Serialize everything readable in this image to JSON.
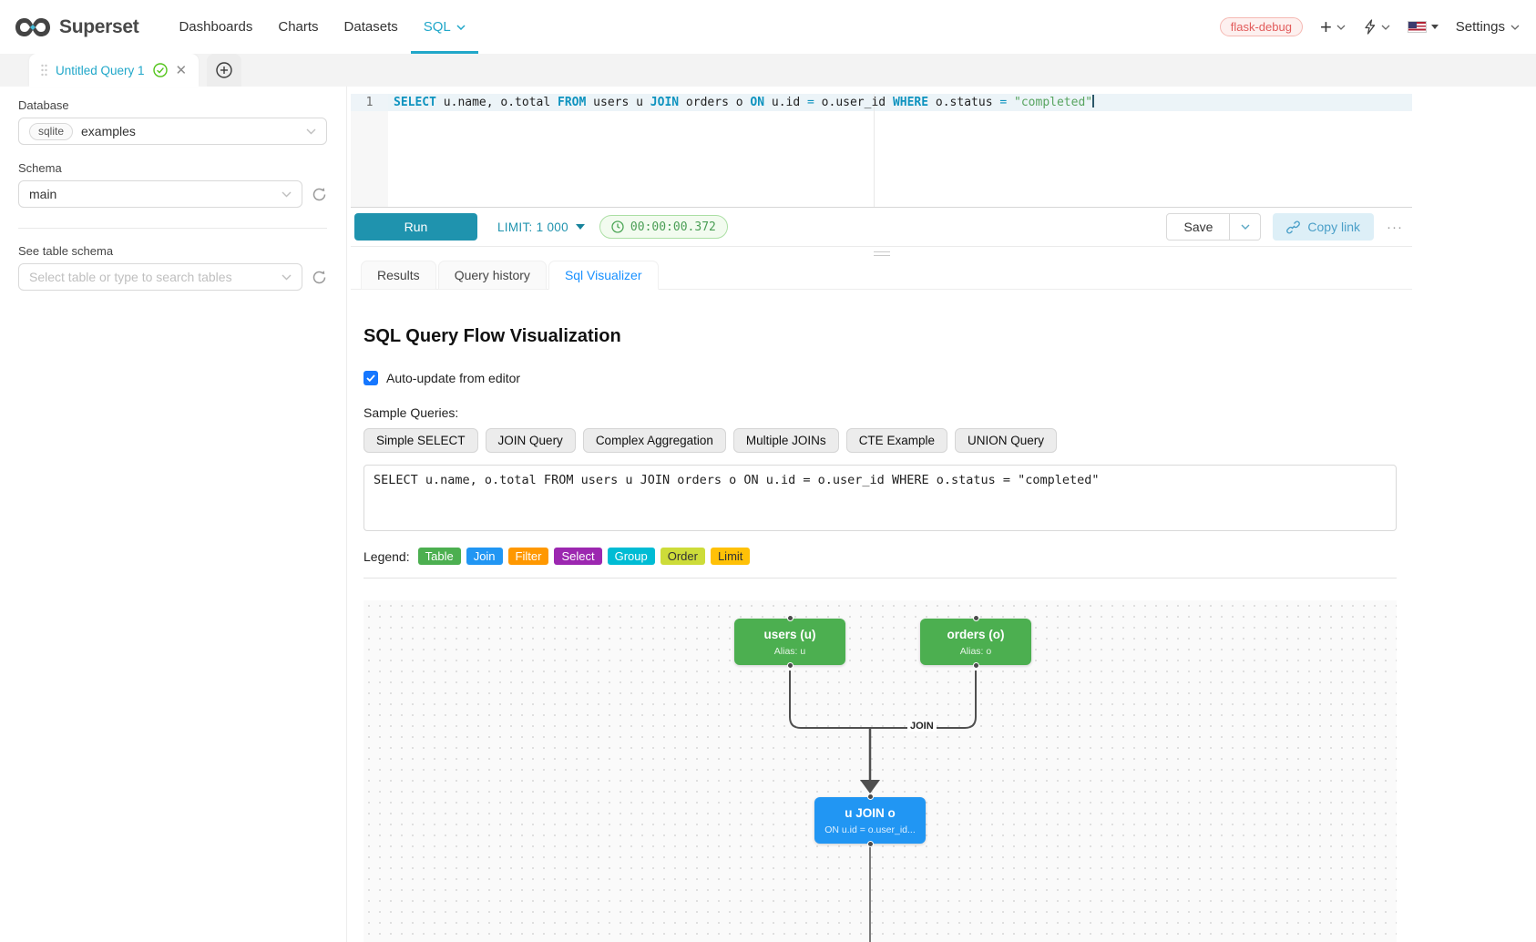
{
  "navbar": {
    "brand": "Superset",
    "items": [
      {
        "label": "Dashboards"
      },
      {
        "label": "Charts"
      },
      {
        "label": "Datasets"
      },
      {
        "label": "SQL"
      }
    ],
    "env_badge": "flask-debug",
    "settings_label": "Settings",
    "accent_color": "#20a7c9"
  },
  "tabstrip": {
    "active_tab": "Untitled Query 1"
  },
  "sidebar": {
    "database_label": "Database",
    "database_engine": "sqlite",
    "database_value": "examples",
    "schema_label": "Schema",
    "schema_value": "main",
    "table_label": "See table schema",
    "table_placeholder": "Select table or type to search tables"
  },
  "editor": {
    "line_number": "1",
    "sql": "SELECT u.name, o.total FROM users u JOIN orders o ON u.id = o.user_id WHERE o.status = \"completed\"",
    "tokens": [
      {
        "text": "SELECT",
        "type": "kw"
      },
      {
        "text": " u.name, o.total ",
        "type": "id"
      },
      {
        "text": "FROM",
        "type": "kw"
      },
      {
        "text": " users u ",
        "type": "id"
      },
      {
        "text": "JOIN",
        "type": "kw"
      },
      {
        "text": " orders o ",
        "type": "id"
      },
      {
        "text": "ON",
        "type": "kw"
      },
      {
        "text": " u.id ",
        "type": "id"
      },
      {
        "text": "=",
        "type": "op"
      },
      {
        "text": " o.user_id ",
        "type": "id"
      },
      {
        "text": "WHERE",
        "type": "kw"
      },
      {
        "text": " o.status ",
        "type": "id"
      },
      {
        "text": "=",
        "type": "op"
      },
      {
        "text": " ",
        "type": "id"
      },
      {
        "text": "\"completed\"",
        "type": "str"
      }
    ]
  },
  "toolbar": {
    "run_label": "Run",
    "limit_label": "LIMIT:",
    "limit_value": "1 000",
    "timer": "00:00:00.372",
    "save_label": "Save",
    "copy_link_label": "Copy link",
    "more_label": "···"
  },
  "result_tabs": [
    {
      "label": "Results"
    },
    {
      "label": "Query history"
    },
    {
      "label": "Sql Visualizer"
    }
  ],
  "visualizer": {
    "title": "SQL Query Flow Visualization",
    "auto_update_label": "Auto-update from editor",
    "sample_queries_label": "Sample Queries:",
    "sample_buttons": [
      "Simple SELECT",
      "JOIN Query",
      "Complex Aggregation",
      "Multiple JOINs",
      "CTE Example",
      "UNION Query"
    ],
    "query_text": "SELECT u.name, o.total FROM users u JOIN orders o ON u.id = o.user_id WHERE o.status = \"completed\"",
    "legend_label": "Legend:",
    "legend": [
      {
        "label": "Table",
        "bg": "#4CAF50",
        "fg": "#ffffff"
      },
      {
        "label": "Join",
        "bg": "#2196F3",
        "fg": "#ffffff"
      },
      {
        "label": "Filter",
        "bg": "#FF9800",
        "fg": "#ffffff"
      },
      {
        "label": "Select",
        "bg": "#9C27B0",
        "fg": "#ffffff"
      },
      {
        "label": "Group",
        "bg": "#00BCD4",
        "fg": "#ffffff"
      },
      {
        "label": "Order",
        "bg": "#CDDC39",
        "fg": "#333333"
      },
      {
        "label": "Limit",
        "bg": "#FFC107",
        "fg": "#333333"
      }
    ],
    "flow": {
      "nodes": [
        {
          "title": "users (u)",
          "subtitle": "Alias: u",
          "bg": "#4CAF50",
          "border": "#3b8e3f"
        },
        {
          "title": "orders (o)",
          "subtitle": "Alias: o",
          "bg": "#4CAF50",
          "border": "#3b8e3f"
        },
        {
          "title": "u JOIN o",
          "subtitle": "ON u.id = o.user_id...",
          "bg": "#2196F3",
          "border": "#1565C0"
        }
      ],
      "edge_label": "JOIN"
    }
  }
}
